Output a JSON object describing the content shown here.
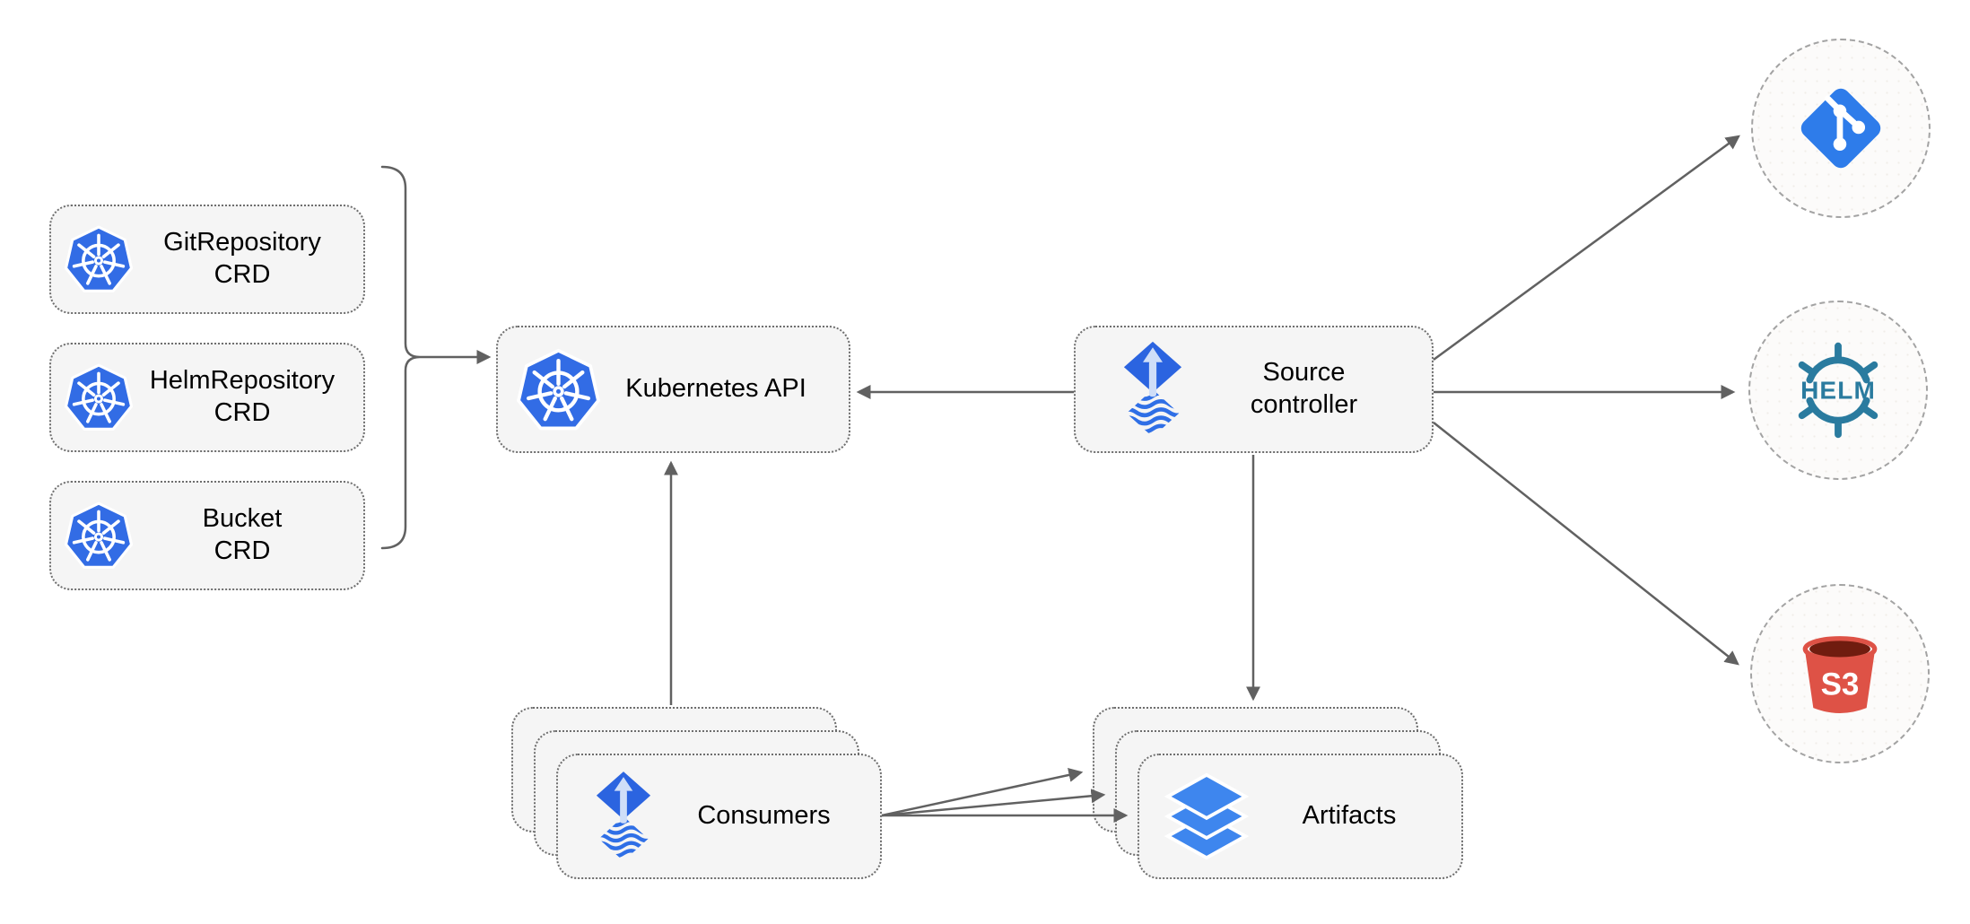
{
  "nodes": {
    "crd_git": {
      "label": "GitRepository\nCRD",
      "icon": "kubernetes"
    },
    "crd_helm": {
      "label": "HelmRepository\nCRD",
      "icon": "kubernetes"
    },
    "crd_bucket": {
      "label": "Bucket\nCRD",
      "icon": "kubernetes"
    },
    "kubernetes_api": {
      "label": "Kubernetes API",
      "icon": "kubernetes"
    },
    "source_controller": {
      "label": "Source\ncontroller",
      "icon": "flux"
    },
    "consumers": {
      "label": "Consumers",
      "icon": "flux",
      "stacked": 3
    },
    "artifacts": {
      "label": "Artifacts",
      "icon": "layers",
      "stacked": 3
    },
    "git_source": {
      "icon": "git"
    },
    "helm_source": {
      "icon": "helm",
      "logo_text": "HELM"
    },
    "s3_source": {
      "icon": "s3",
      "logo_text": "S3"
    }
  },
  "edges": [
    {
      "from": "crds-bracket",
      "to": "kubernetes_api"
    },
    {
      "from": "source_controller",
      "to": "kubernetes_api"
    },
    {
      "from": "consumers",
      "to": "kubernetes_api"
    },
    {
      "from": "source_controller",
      "to": "artifacts"
    },
    {
      "from": "source_controller",
      "to": "git_source"
    },
    {
      "from": "source_controller",
      "to": "helm_source"
    },
    {
      "from": "source_controller",
      "to": "s3_source"
    },
    {
      "from": "consumers",
      "to": "artifacts",
      "count": 3
    }
  ],
  "colors": {
    "kubernetes_blue": "#326CE5",
    "flux_blue": "#2b64e0",
    "flux_arrow_pale": "#cfdef8",
    "git_blue": "#2e7cea",
    "helm_teal": "#2a7b9f",
    "s3_red": "#DE5246",
    "s3_opening_dark": "#701c0f",
    "layers_blue": "#3e86ee",
    "box_fill": "#f5f5f5",
    "box_border": "#6e6e6e",
    "arrow_gray": "#616161",
    "circle_border": "#a3a3a3"
  }
}
